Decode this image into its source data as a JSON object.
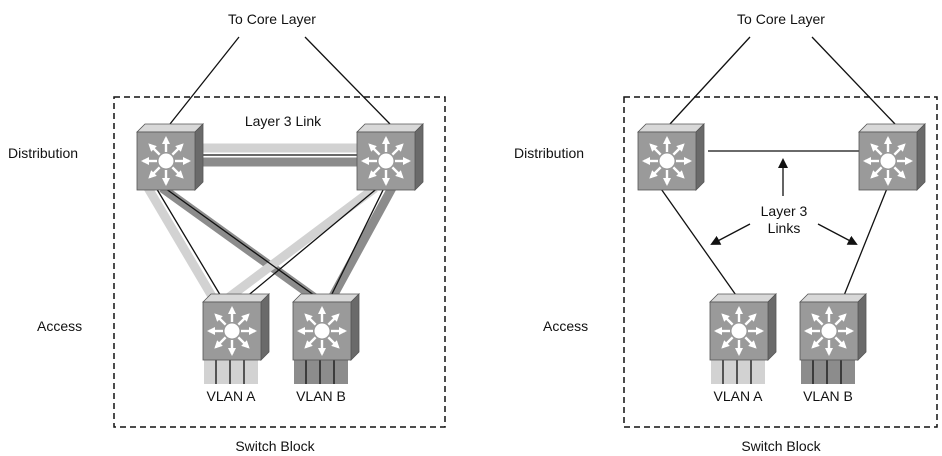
{
  "colors": {
    "block_border": "#111111",
    "link_dark": "#8c8c8c",
    "link_light": "#d2d2d2",
    "switch_face": "#9a9a9a",
    "switch_top": "#d8d8d8",
    "switch_side": "#6a6a6a",
    "line": "#111111"
  },
  "left_diagram": {
    "core_label": "To Core Layer",
    "distribution_label": "Distribution",
    "access_label": "Access",
    "link_label": "Layer 3 Link",
    "vlan_a_label": "VLAN A",
    "vlan_b_label": "VLAN B",
    "block_label": "Switch Block"
  },
  "right_diagram": {
    "core_label": "To Core Layer",
    "distribution_label": "Distribution",
    "access_label": "Access",
    "links_label_line1": "Layer 3",
    "links_label_line2": "Links",
    "vlan_a_label": "VLAN A",
    "vlan_b_label": "VLAN B",
    "block_label": "Switch Block"
  }
}
